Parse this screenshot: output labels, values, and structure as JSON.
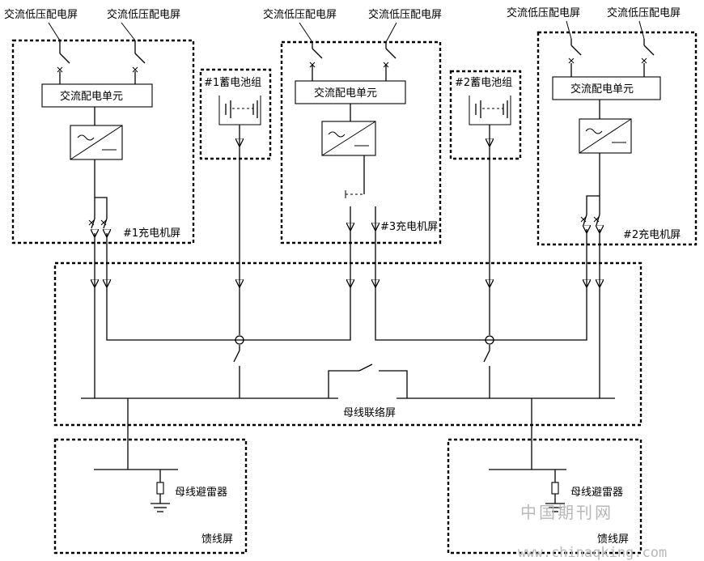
{
  "labels": {
    "ac_lv_panel": "交流低压配电屏",
    "ac_dist_unit": "交流配电单元",
    "battery1": "#1蓄电池组",
    "battery2": "#2蓄电池组",
    "charger1": "#1充电机屏",
    "charger2": "#2充电机屏",
    "charger3": "#3充电机屏",
    "bus_tie_panel": "母线联络屏",
    "surge_arrester": "母线避雷器",
    "feeder_panel": "馈线屏"
  },
  "watermark": {
    "cn": "中国期刊网",
    "url": "www.chinaqking.com"
  }
}
